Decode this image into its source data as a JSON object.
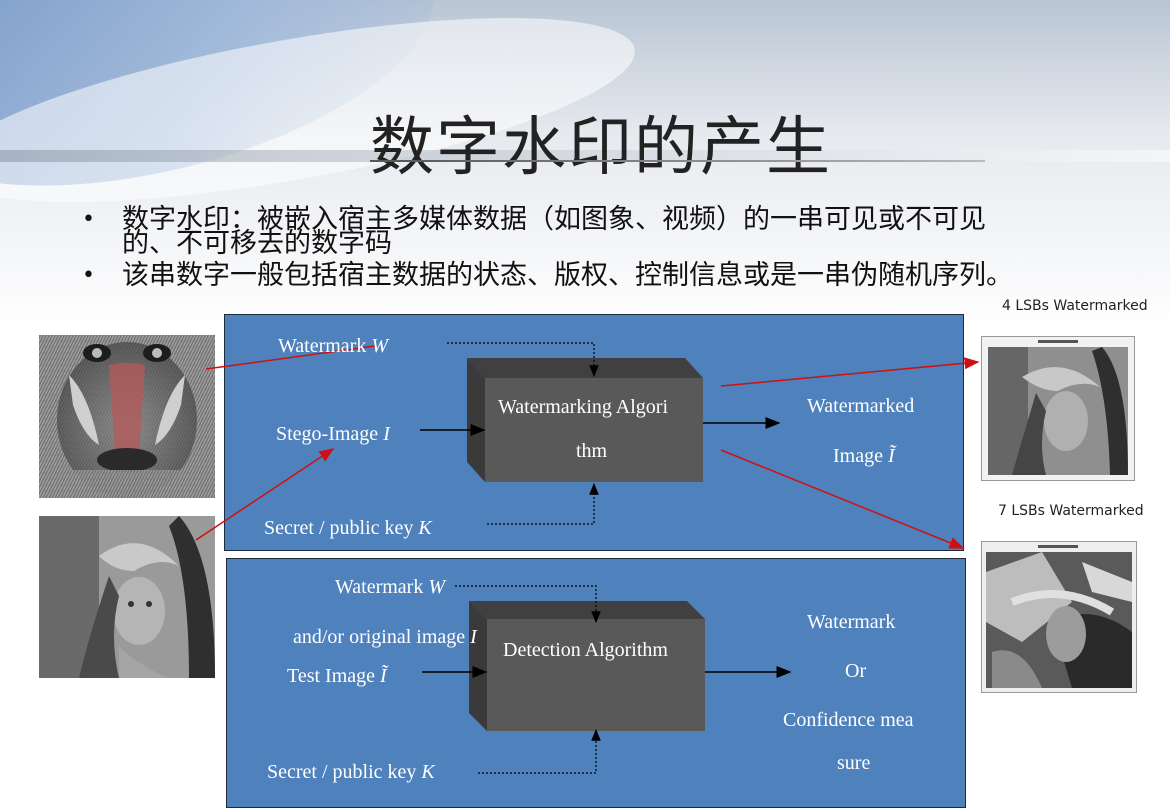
{
  "slide": {
    "title": "数字水印的产生",
    "bullets": [
      {
        "line1": "数字水印：被嵌入宿主多媒体数据（如图象、视频）的一串可见或不可见",
        "line2": "的、不可移去的数字码"
      },
      {
        "line1": "该串数字一般包括宿主数据的状态、版权、控制信息或是一串伪随机序列。"
      }
    ]
  },
  "embedding": {
    "watermark_label": "Watermark",
    "watermark_var": "W",
    "stego_label": "Stego-Image",
    "stego_var": "I",
    "key_label": "Secret / public key",
    "key_var": "K",
    "algo_line1": "Watermarking Algori",
    "algo_line2": "thm",
    "out_line1": "Watermarked",
    "out_line2": "Image",
    "out_var": "Ĩ"
  },
  "detection": {
    "watermark_label": "Watermark",
    "watermark_var": "W",
    "original_label": "and/or original image",
    "original_var": "I",
    "test_label": "Test Image",
    "test_var": "Ĩ",
    "key_label": "Secret / public key",
    "key_var": "K",
    "algo_label": "Detection Algorithm",
    "out_line1": "Watermark",
    "out_line2": "Or",
    "out_line3": "Confidence mea",
    "out_line4": "sure"
  },
  "captions": {
    "lsb4": "4 LSBs Watermarked",
    "lsb7": "7 LSBs Watermarked"
  },
  "colors": {
    "panel": "#4f81bd",
    "box_front": "#595959",
    "arrow_red": "#d01010"
  }
}
